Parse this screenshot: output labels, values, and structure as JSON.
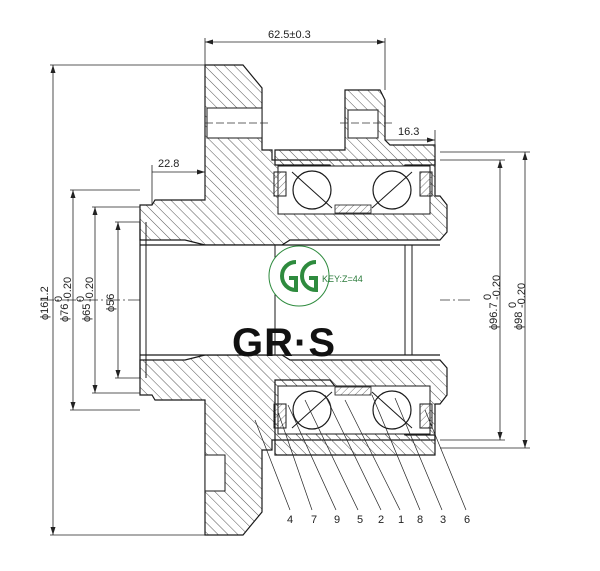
{
  "dimensions": {
    "width_625": "62.5±0.3",
    "width_163": "16.3",
    "width_228": "22.8",
    "dia_1612": "ϕ161.2",
    "dia_76": "ϕ76",
    "dia_76_tol_upper": "0",
    "dia_76_tol_lower": "-0.20",
    "dia_65": "ϕ65",
    "dia_65_tol_upper": "0",
    "dia_65_tol_lower": "-0.20",
    "dia_56": "ϕ56",
    "dia_967": "ϕ96.7",
    "dia_967_tol_upper": "0",
    "dia_967_tol_lower": "-0.20",
    "dia_98": "ϕ98",
    "dia_98_tol_upper": "0",
    "dia_98_tol_lower": "-0.20"
  },
  "watermark": {
    "key_label": "KEY:Z=44",
    "brand": "GR·S"
  },
  "part_numbers": [
    "4",
    "7",
    "9",
    "5",
    "2",
    "1",
    "8",
    "3",
    "6"
  ],
  "colors": {
    "line": "#1a1a1a",
    "hatch": "#555555",
    "logo_green": "#2e8b3e"
  }
}
